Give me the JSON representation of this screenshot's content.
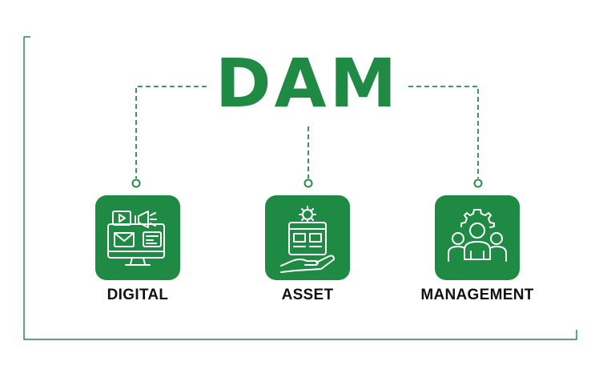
{
  "diagram": {
    "title": "DAM",
    "nodes": [
      {
        "label": "DIGITAL",
        "icon": "monitor-media-icon"
      },
      {
        "label": "ASSET",
        "icon": "asset-hand-gear-icon"
      },
      {
        "label": "MANAGEMENT",
        "icon": "team-gear-icon"
      }
    ],
    "colors": {
      "accent": "#1f8a43",
      "text": "#111111",
      "frame": "#2a8a4a"
    }
  }
}
